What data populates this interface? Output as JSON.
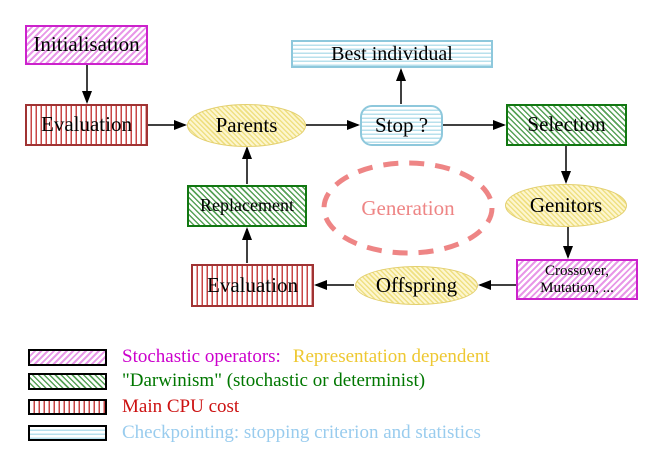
{
  "diagram": {
    "title_implicit": "Evolutionary algorithm loop",
    "nodes": {
      "initialisation": {
        "label": "Initialisation",
        "style": "stochastic-operator"
      },
      "evaluation_top": {
        "label": "Evaluation",
        "style": "main-cpu-cost"
      },
      "best_individual": {
        "label": "Best individual",
        "style": "checkpointing"
      },
      "parents": {
        "label": "Parents",
        "style": "population"
      },
      "stop": {
        "label": "Stop ?",
        "style": "checkpointing"
      },
      "selection": {
        "label": "Selection",
        "style": "darwinism"
      },
      "replacement": {
        "label": "Replacement",
        "style": "darwinism"
      },
      "generation": {
        "label": "Generation",
        "style": "dashed-cycle"
      },
      "genitors": {
        "label": "Genitors",
        "style": "population"
      },
      "crossover_mutation": {
        "line1": "Crossover,",
        "line2": "Mutation, ...",
        "style": "stochastic-operator"
      },
      "offspring": {
        "label": "Offspring",
        "style": "population"
      },
      "evaluation_bottom": {
        "label": "Evaluation",
        "style": "main-cpu-cost"
      }
    },
    "edges": [
      "initialisation->evaluation_top",
      "evaluation_top->parents",
      "parents->stop",
      "stop->best_individual",
      "stop->selection",
      "selection->genitors",
      "genitors->crossover_mutation",
      "crossover_mutation->offspring",
      "offspring->evaluation_bottom",
      "evaluation_bottom->replacement",
      "replacement->parents"
    ],
    "colors": {
      "stochastic_magenta": "#cc22cc",
      "darwinism_green": "#117711",
      "cpu_red": "#a03333",
      "checkpoint_cyan": "#8ec8dc",
      "population_yellow": "#e3cf6e",
      "generation_salmon": "#ee8585",
      "arrow_black": "#000000"
    }
  },
  "legend": {
    "items": [
      {
        "swatch": "magenta-diagonal-hatch",
        "label": "Stochastic operators:",
        "label2": "Representation dependent"
      },
      {
        "swatch": "green-diagonal-hatch",
        "label": "\"Darwinism\" (stochastic or determinist)"
      },
      {
        "swatch": "red-vertical-stripes",
        "label": "Main CPU cost"
      },
      {
        "swatch": "cyan-horizontal-stripes",
        "label": "Checkpointing: stopping criterion and statistics"
      }
    ]
  }
}
